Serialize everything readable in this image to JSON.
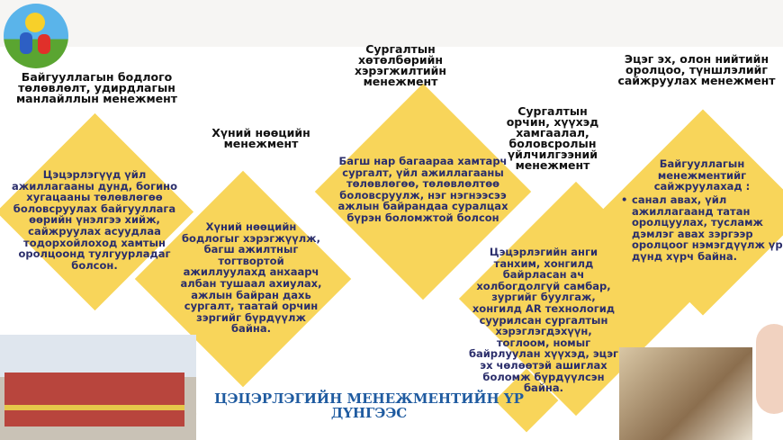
{
  "sections": [
    {
      "heading": "Байгууллагын бодлого төлөвлөлт, удирдлагын манлайллын менежмент",
      "body": "Цэцэрлэгүүд үйл ажиллагааны дунд, богино хугацааны төлөвлөгөө боловсруулах байгууллага өөрийн үнэлгээ хийж, сайжруулах асуудлаа тодорхойлоход хамтын оролцоонд тулгуурладаг болсон."
    },
    {
      "heading": "Хүний нөөцийн менежмент",
      "body": "Хүний нөөцийн бодлогыг хэрэгжүүлж, багш ажилтныг тогтвортой ажиллуулахд анхаарч албан тушаал ахиулах, ажлын байран дахь сургалт, таатай орчин зэргийг бүрдүүлж байна."
    },
    {
      "heading": "Сургалтын хөтөлбөрийн хэрэгжилтийн менежмент",
      "body": "Багш нар багаараа хамтарч сургалт, үйл ажиллагааны төлөвлөгөө, төлөвлөлтөө боловсруулж, нэг нэгнээсээ ажлын байрандаа суралцах бүрэн боломжтой болсон"
    },
    {
      "heading": "Сургалтын орчин, хүүхэд хамгаалал, боловсролын үйлчилгээний менежмент",
      "body": "Цэцэрлэгийн анги танхим, хонгилд байрласан ач холбогдолгүй самбар, зургийг буулгаж, хонгилд AR технологид суурилсан сургалтын хэрэглэгдэхүүн, тоглоом, номыг байрлуулан хүүхэд, эцэг эх чөлөөтэй ашиглах боломж бүрдүүлсэн байна."
    },
    {
      "heading": "Эцэг эх, олон нийтийн оролцоо, түншлэлийг сайжруулах менежмент",
      "intro": "Байгууллагын менежментийг сайжруулахад :",
      "bullet": "санал авах, үйл ажиллагаанд татан оролцуулах, тусламж дэмлэг авах зэргээр оролцоог нэмэгдүүлж үр дүнд хүрч байна."
    }
  ],
  "footer_title": "ЦЭЦЭРЛЭГИЙН МЕНЕЖМЕНТИЙН ҮР ДҮНГЭЭС",
  "colors": {
    "diamond": "#f8d55a",
    "body_text": "#2b2e6b",
    "title": "#1f5ba0"
  }
}
